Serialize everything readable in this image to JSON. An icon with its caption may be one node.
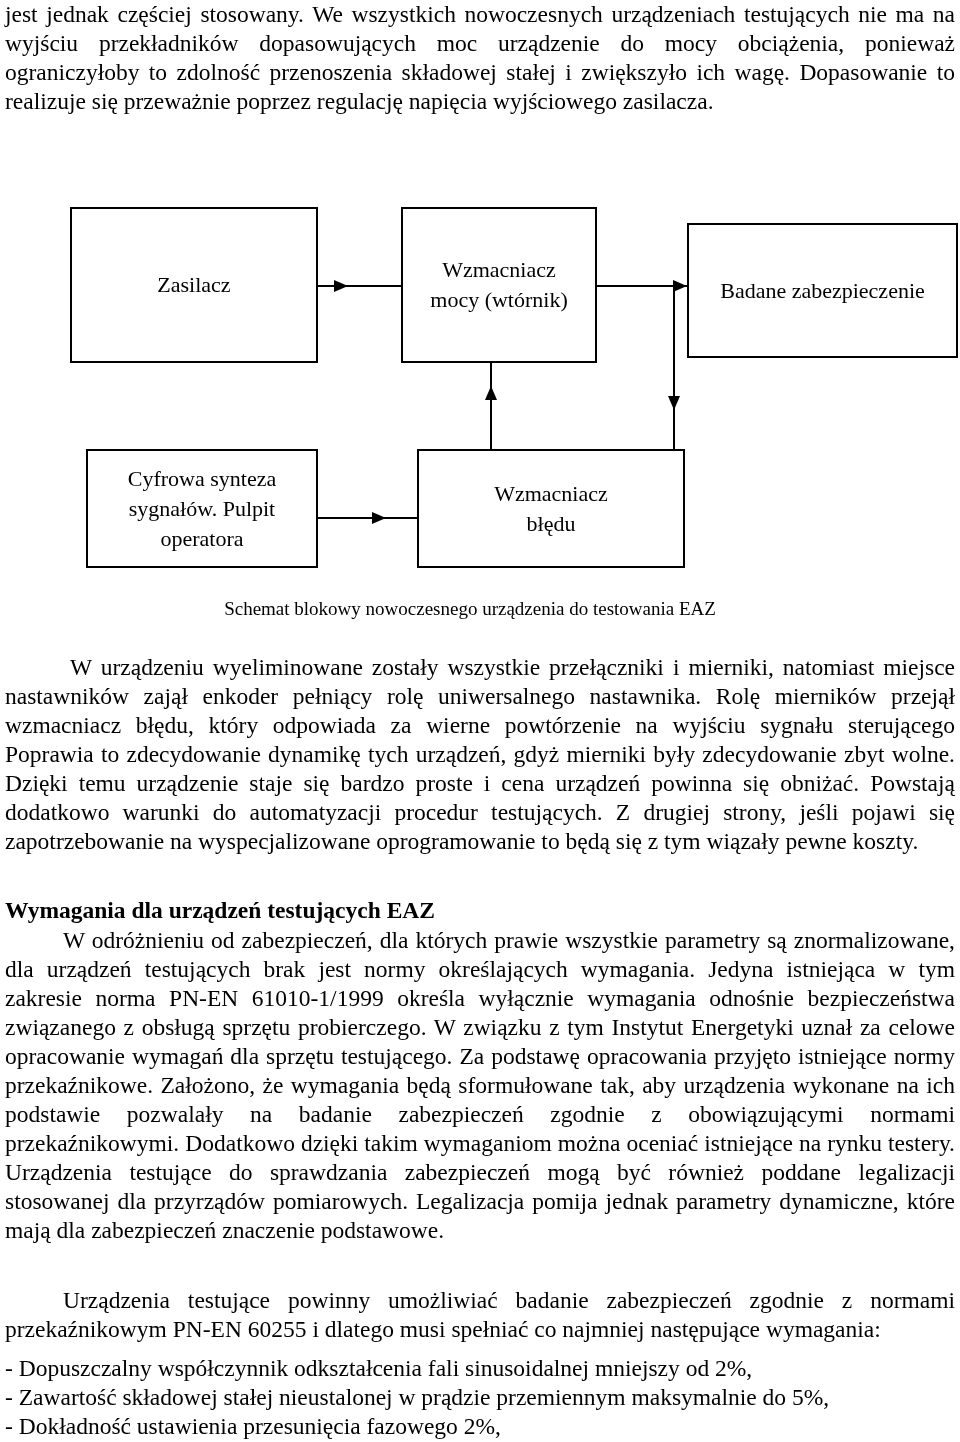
{
  "diagram": {
    "caption": "Schemat blokowy nowoczesnego urządzenia do testowania EAZ",
    "nodes": [
      {
        "text": [
          "Zasilacz"
        ]
      },
      {
        "text": [
          "Wzmacniacz mocy (wtórnik)"
        ]
      },
      {
        "text": [
          "Badane zabezpieczenie"
        ]
      },
      {
        "text": [
          "Cyfrowa synteza sygnałów. Pulpit operatora"
        ]
      },
      {
        "text": [
          "Wzmacniacz błędu"
        ]
      }
    ],
    "edges": [
      {
        "from": 0,
        "to": 1,
        "arrow": "to"
      },
      {
        "from": 1,
        "to": 2,
        "arrow": "to"
      },
      {
        "from": 1,
        "to": 4,
        "arrow": "to"
      },
      {
        "from": 4,
        "to": 1,
        "arrow": "to"
      },
      {
        "from": 3,
        "to": 4,
        "arrow": "to"
      }
    ],
    "labels": [
      "jest jednak częściej stosowany. We wszystkich nowoczesnych urządzeniach testujących nie ma na wyjściu przekładników dopasowujących moc urządzenie do mocy obciążenia, ponieważ ograniczyłoby to zdolność przenoszenia składowej stałej i zwiększyło ich wagę. Dopasowanie to realizuje się przeważnie poprzez regulację napięcia wyjściowego zasilacza.",
      "W urządzeniu wyeliminowane zostały wszystkie przełączniki i mierniki, natomiast miejsce nastawników zajął enkoder pełniący rolę uniwersalnego nastawnika. Rolę mierników przejął wzmacniacz błędu, który odpowiada za wierne powtórzenie na wyjściu sygnału sterującego Poprawia to zdecydowanie dynamikę tych urządzeń, gdyż mierniki były zdecydowanie zbyt wolne. Dzięki temu urządzenie staje się bardzo proste i cena urządzeń powinna się obniżać. Powstają dodatkowo warunki do automatyzacji procedur testujących. Z drugiej strony, jeśli pojawi się zapotrzebowanie na wyspecjalizowane oprogramowanie to będą się z tym wiązały pewne koszty.",
      "Wymagania dla urządzeń testujących EAZ",
      "W odróżnieniu od zabezpieczeń, dla których prawie wszystkie parametry są znormalizowane, dla urządzeń testujących brak jest normy określających wymagania. Jedyna istniejąca w tym zakresie norma PN-EN 61010-1/1999 określa wyłącznie wymagania odnośnie bezpieczeństwa związanego z obsługą sprzętu probierczego. W związku z tym Instytut Energetyki uznał za celowe opracowanie wymagań dla sprzętu testującego. Za podstawę opracowania przyjęto istniejące normy przekaźnikowe. Założono, że wymagania będą sformułowane tak, aby urządzenia wykonane na ich podstawie pozwalały na badanie zabezpieczeń zgodnie z obowiązującymi normami przekaźnikowymi. Dodatkowo dzięki takim wymaganiom można oceniać istniejące na rynku testery. Urządzenia testujące do sprawdzania zabezpieczeń mogą być również poddane legalizacji stosowanej dla przyrządów pomiarowych. Legalizacja pomija jednak parametry dynamiczne, które mają dla zabezpieczeń znaczenie podstawowe.",
      "Urządzenia testujące powinny umożliwiać badanie zabezpieczeń zgodnie z normami przekaźnikowym PN-EN 60255 i dlatego musi spełniać co najmniej następujące wymagania:",
      "- Dopuszczalny współczynnik odkształcenia fali sinusoidalnej mniejszy od 2%,",
      "- Zawartość składowej stałej nieustalonej w prądzie przemiennym maksymalnie do 5%,",
      "- Dokładność ustawienia przesunięcia fazowego 2%,"
    ]
  }
}
